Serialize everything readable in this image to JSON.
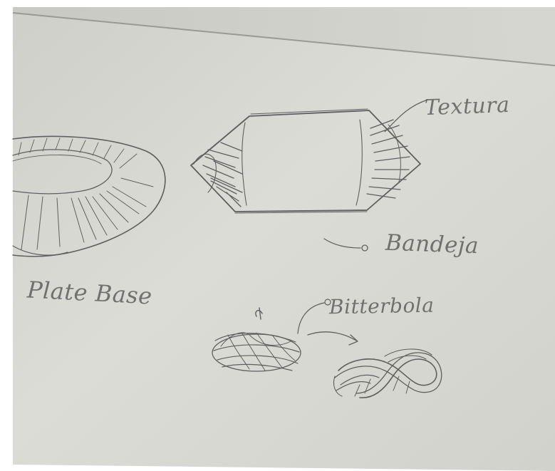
{
  "labels": {
    "textura": "Textura",
    "bandage": "Bandeja",
    "plate_base": "Plate Base",
    "bitterballs": "Bitterbola"
  },
  "colors": {
    "paper": "#d9d9d3",
    "pencil": "#5c5c5c",
    "background": "#ffffff"
  }
}
